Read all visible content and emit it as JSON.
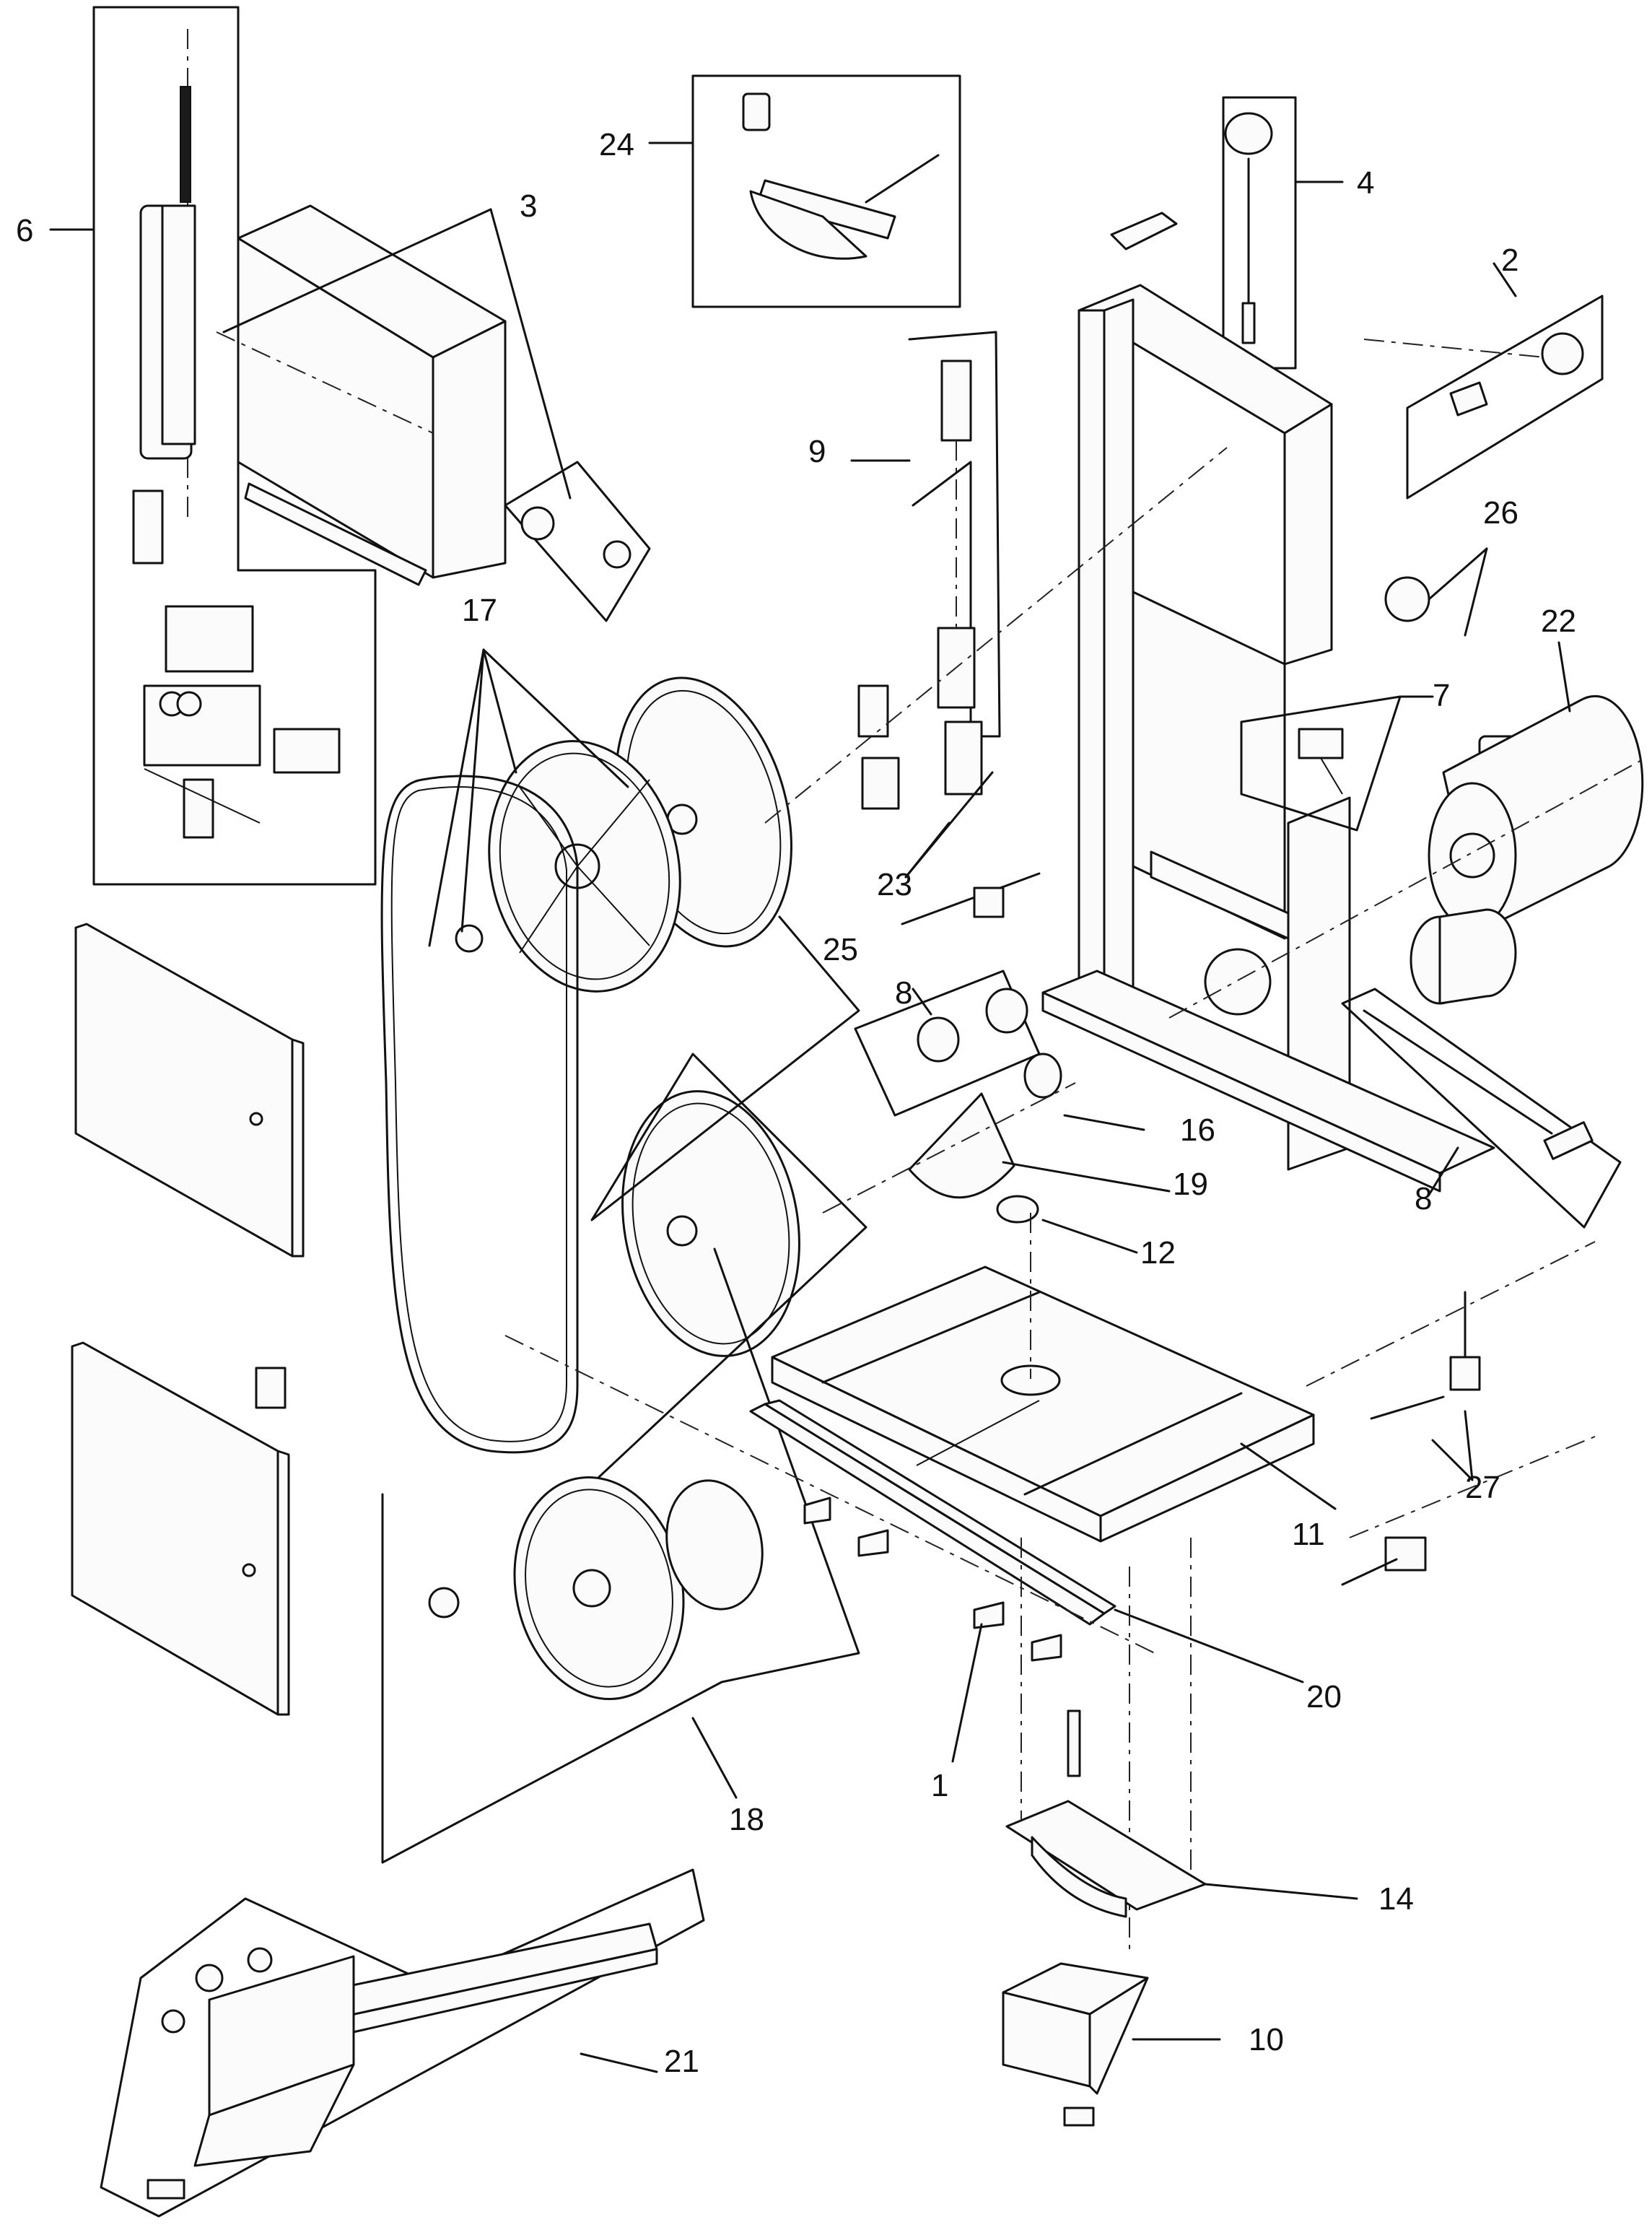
{
  "labels": {
    "p1": "1",
    "p2": "2",
    "p3": "3",
    "p4": "4",
    "p6": "6",
    "p7": "7",
    "p8a": "8",
    "p8b": "8",
    "p9": "9",
    "p10": "10",
    "p11": "11",
    "p12": "12",
    "p14": "14",
    "p16": "16",
    "p17": "17",
    "p18": "18",
    "p19": "19",
    "p20": "20",
    "p21": "21",
    "p22": "22",
    "p23": "23",
    "p24": "24",
    "p25": "25",
    "p26": "26",
    "p27": "27"
  }
}
